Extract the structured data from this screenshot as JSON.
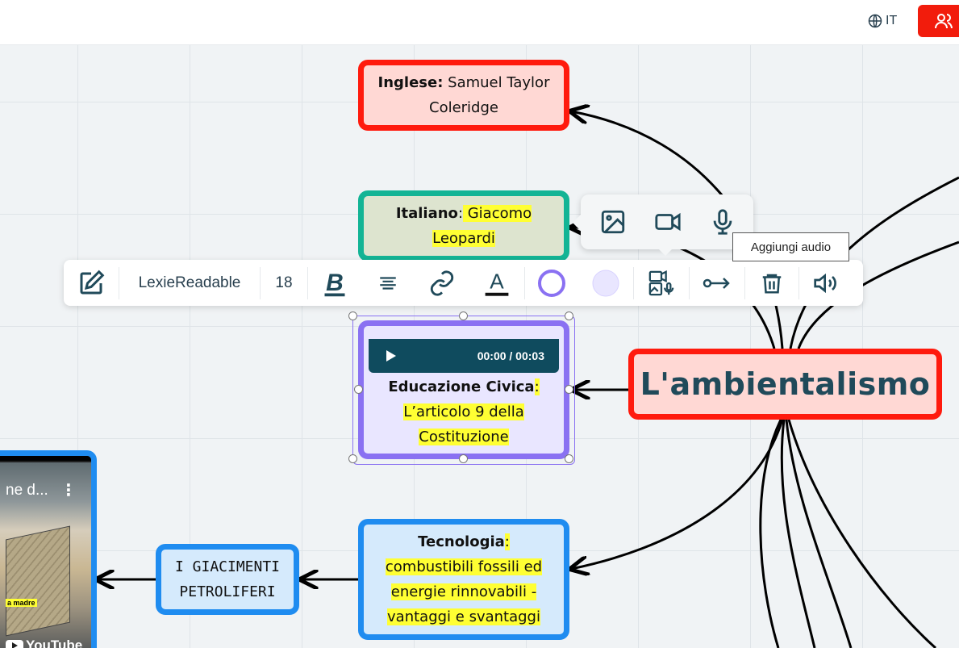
{
  "header": {
    "language_label": "IT",
    "accent_color": "#f21c0c"
  },
  "map": {
    "root": {
      "label": "L'ambientalismo",
      "border_color": "#ff1a0d"
    },
    "inglese": {
      "subject": "Inglese",
      "sep": ":",
      "text": " Samuel Taylor Coleridge",
      "border_color": "#ff1a0d"
    },
    "italiano": {
      "subject": "Italiano",
      "sep": ":",
      "text": " Giacomo Leopardi",
      "border_color": "#13b495"
    },
    "educazione": {
      "subject": "Educazione Civica",
      "sep": ":",
      "line1": "L’articolo 9 della",
      "line2": "Costituzione",
      "audio_time": "00:00 / 00:03",
      "border_color": "#8a71f2"
    },
    "tecnologia": {
      "subject": "Tecnologia",
      "sep": ":",
      "text": " combustibili fossili ed energie rinnovabili - vantaggi e svantaggi",
      "border_color": "#1f8cf0"
    },
    "giacimenti": {
      "label": "I GIACIMENTI PETROLIFERI",
      "border_color": "#1f8cf0"
    },
    "video": {
      "title": "ne d...",
      "tag": "a madre",
      "source": "YouTube"
    }
  },
  "media_popup": {
    "items": [
      "image-icon",
      "video-camera-icon",
      "microphone-icon"
    ]
  },
  "tooltip": {
    "text": "Aggiungi audio"
  },
  "toolbar": {
    "font": "LexieReadable",
    "font_size": "18",
    "border_color": "#8a71f2",
    "fill_color": "#e9e6ff",
    "items": [
      "edit-icon",
      "bold-icon",
      "align-center-icon",
      "link-icon",
      "text-color-icon",
      "border-color-swatch",
      "fill-color-swatch",
      "media-icon",
      "connector-icon",
      "trash-icon",
      "speaker-icon"
    ]
  }
}
